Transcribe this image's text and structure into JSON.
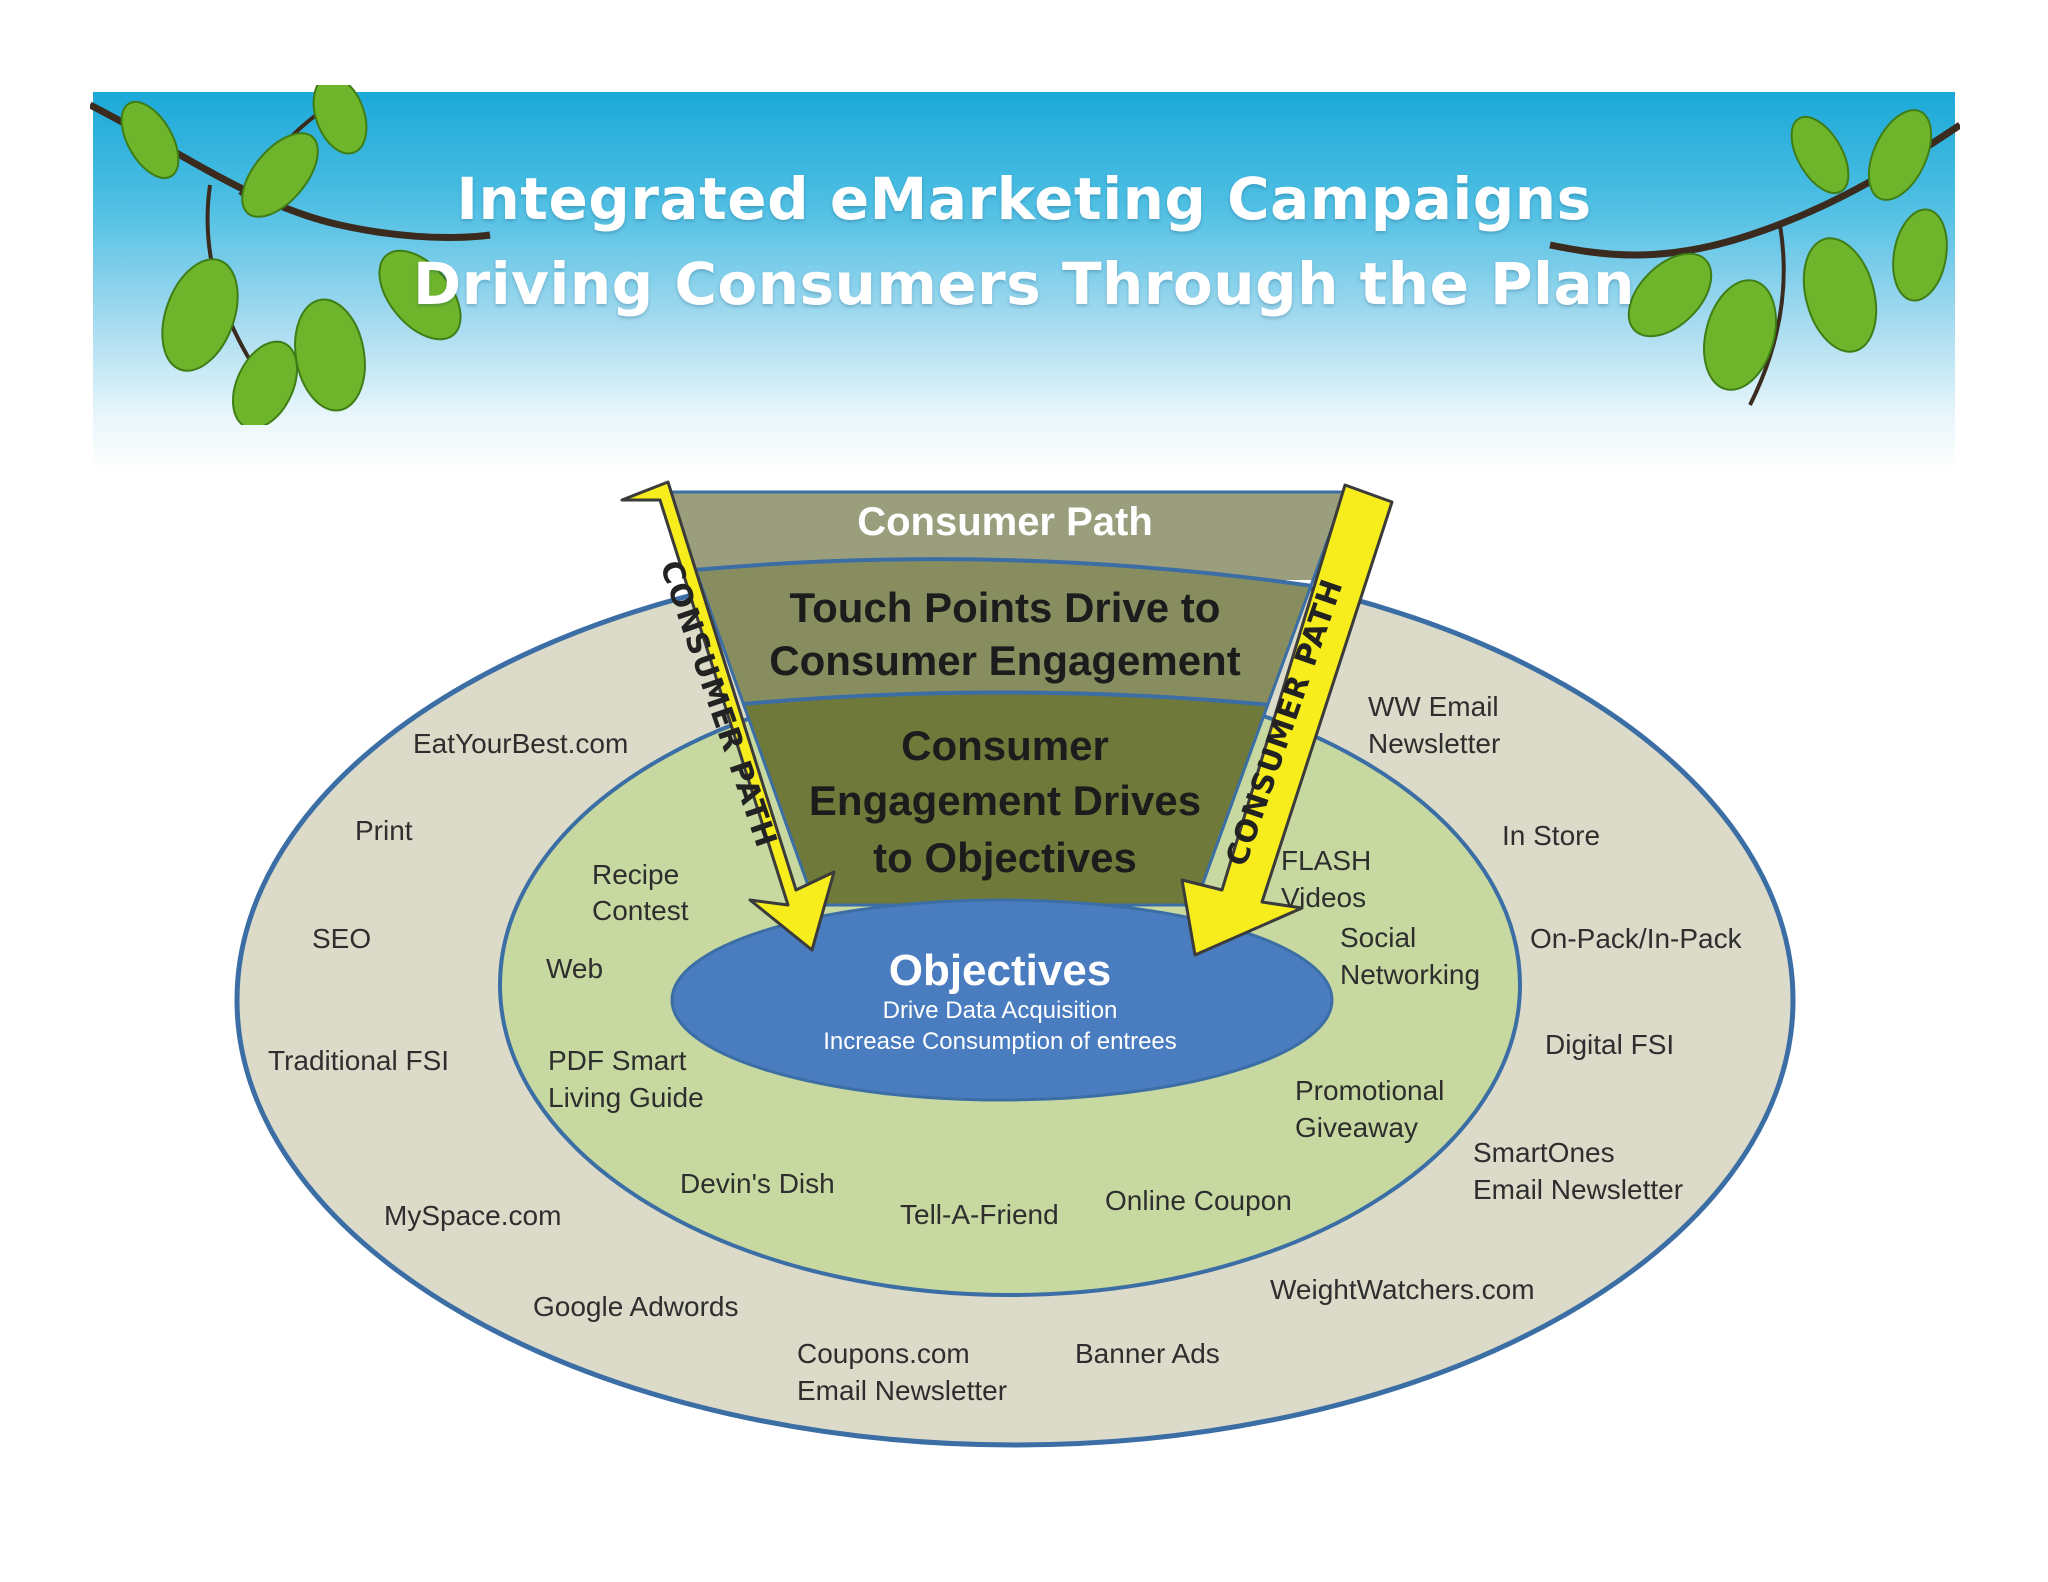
{
  "title": {
    "line1": "Integrated eMarketing Campaigns",
    "line2": "Driving Consumers Through the Plan"
  },
  "funnel": {
    "header": "Consumer Path",
    "band1": [
      "Touch Points Drive to",
      "Consumer Engagement"
    ],
    "band2": [
      "Consumer",
      "Engagement Drives",
      "to Objectives"
    ]
  },
  "arrows": {
    "left": "CONSUMER PATH",
    "right": "CONSUMER PATH"
  },
  "objectives": {
    "title": "Objectives",
    "line1": "Drive Data Acquisition",
    "line2": "Increase Consumption of entrees"
  },
  "outer_ring": {
    "eat_your_best": "EatYourBest.com",
    "print": "Print",
    "seo": "SEO",
    "traditional_fsi": "Traditional FSI",
    "myspace": "MySpace.com",
    "google_adwords": "Google Adwords",
    "coupons": [
      "Coupons.com",
      "Email Newsletter"
    ],
    "banner_ads": "Banner Ads",
    "weightwatchers": "WeightWatchers.com",
    "smartones": [
      "SmartOnes",
      "Email Newsletter"
    ],
    "digital_fsi": "Digital FSI",
    "on_pack": "On-Pack/In-Pack",
    "in_store": "In Store",
    "ww_email": [
      "WW Email",
      "Newsletter"
    ]
  },
  "inner_ring": {
    "recipe_contest": [
      "Recipe",
      "Contest"
    ],
    "web": "Web",
    "pdf_guide": [
      "PDF Smart",
      "Living Guide"
    ],
    "devins_dish": "Devin's Dish",
    "tell_a_friend": "Tell-A-Friend",
    "online_coupon": "Online Coupon",
    "promotional": [
      "Promotional",
      "Giveaway"
    ],
    "social": [
      "Social",
      "Networking"
    ],
    "flash": [
      "FLASH",
      "Videos"
    ]
  },
  "colors": {
    "banner_top": "#1ba9d8",
    "outer_ring": "#dcdac8",
    "inner_ring": "#c7d9a0",
    "ring_stroke": "#3b6ea5",
    "objectives": "#4a7cc0",
    "funnel_top": "#9a9e7c",
    "funnel_mid": "#878d5f",
    "funnel_low": "#6f7a3a",
    "arrow": "#f7ec1c"
  },
  "icons": [
    "leafy-branch-left-icon",
    "leafy-branch-right-icon"
  ]
}
